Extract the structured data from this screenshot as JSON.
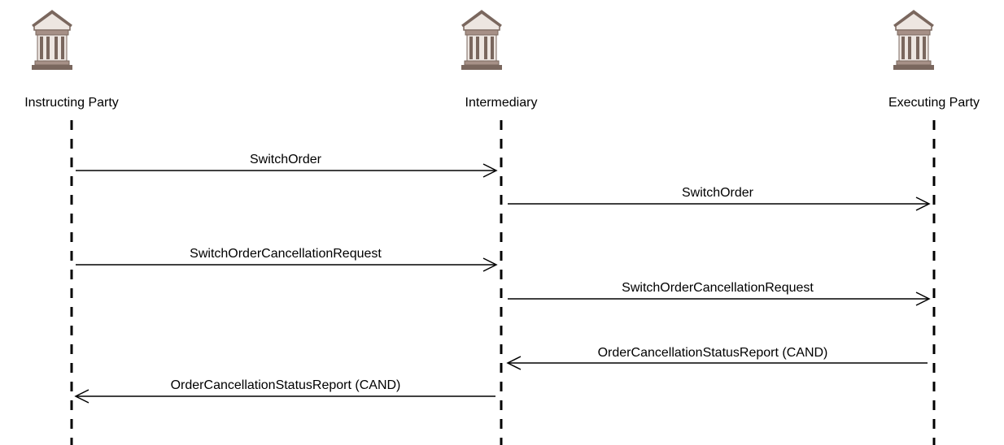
{
  "participants": [
    {
      "id": "instructing",
      "label": "Instructing Party",
      "icon": "bank-building-icon"
    },
    {
      "id": "intermediary",
      "label": "Intermediary",
      "icon": "bank-building-icon"
    },
    {
      "id": "executing",
      "label": "Executing Party",
      "icon": "bank-building-icon"
    }
  ],
  "messages": [
    {
      "label": "SwitchOrder",
      "from": "instructing",
      "to": "intermediary"
    },
    {
      "label": "SwitchOrder",
      "from": "intermediary",
      "to": "executing"
    },
    {
      "label": "SwitchOrderCancellationRequest",
      "from": "instructing",
      "to": "intermediary"
    },
    {
      "label": "SwitchOrderCancellationRequest",
      "from": "intermediary",
      "to": "executing"
    },
    {
      "label": "OrderCancellationStatusReport (CAND)",
      "from": "executing",
      "to": "intermediary"
    },
    {
      "label": "OrderCancellationStatusReport (CAND)",
      "from": "intermediary",
      "to": "instructing"
    }
  ],
  "colors": {
    "icon_dark": "#7a675e",
    "icon_mid": "#a69087",
    "icon_light": "#ede6e1",
    "line": "#000000"
  }
}
